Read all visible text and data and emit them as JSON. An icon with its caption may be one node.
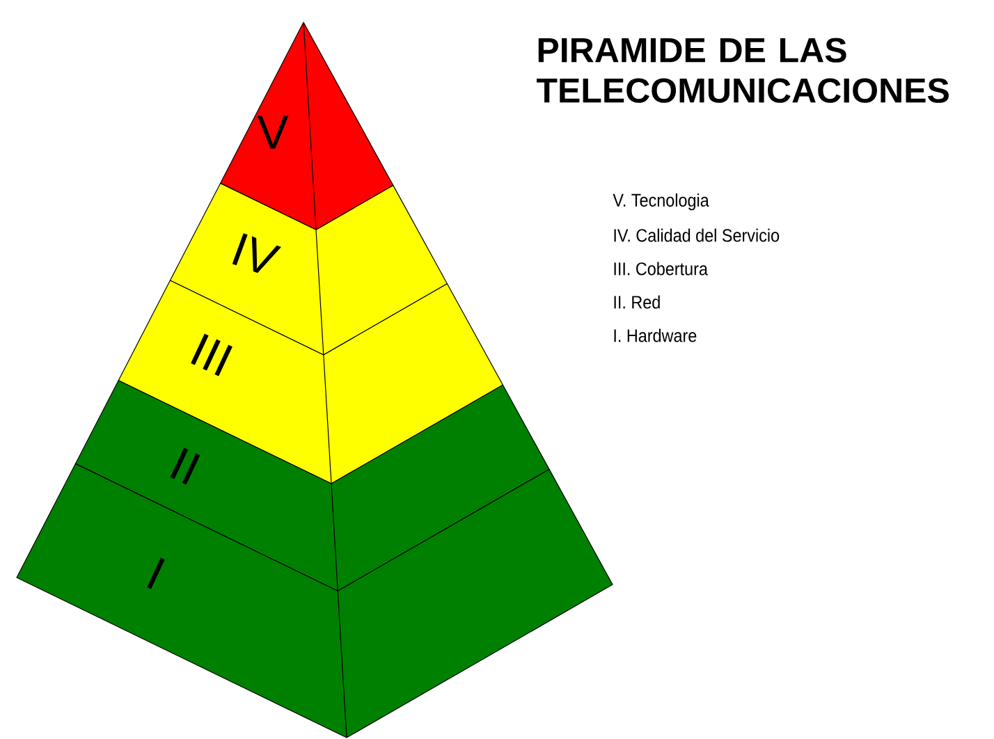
{
  "diagram": {
    "title": "PIRAMIDE DE LAS TELECOMUNICACIONES",
    "nodes": [
      {
        "text": [
          "V"
        ]
      },
      {
        "text": [
          "IV"
        ]
      },
      {
        "text": [
          "III"
        ]
      },
      {
        "text": [
          "II"
        ]
      },
      {
        "text": [
          "I"
        ]
      }
    ],
    "labels": [
      "V. Tecnologia",
      "IV. Calidad del Servicio",
      "III. Cobertura",
      "II. Red",
      "I. Hardware"
    ]
  }
}
